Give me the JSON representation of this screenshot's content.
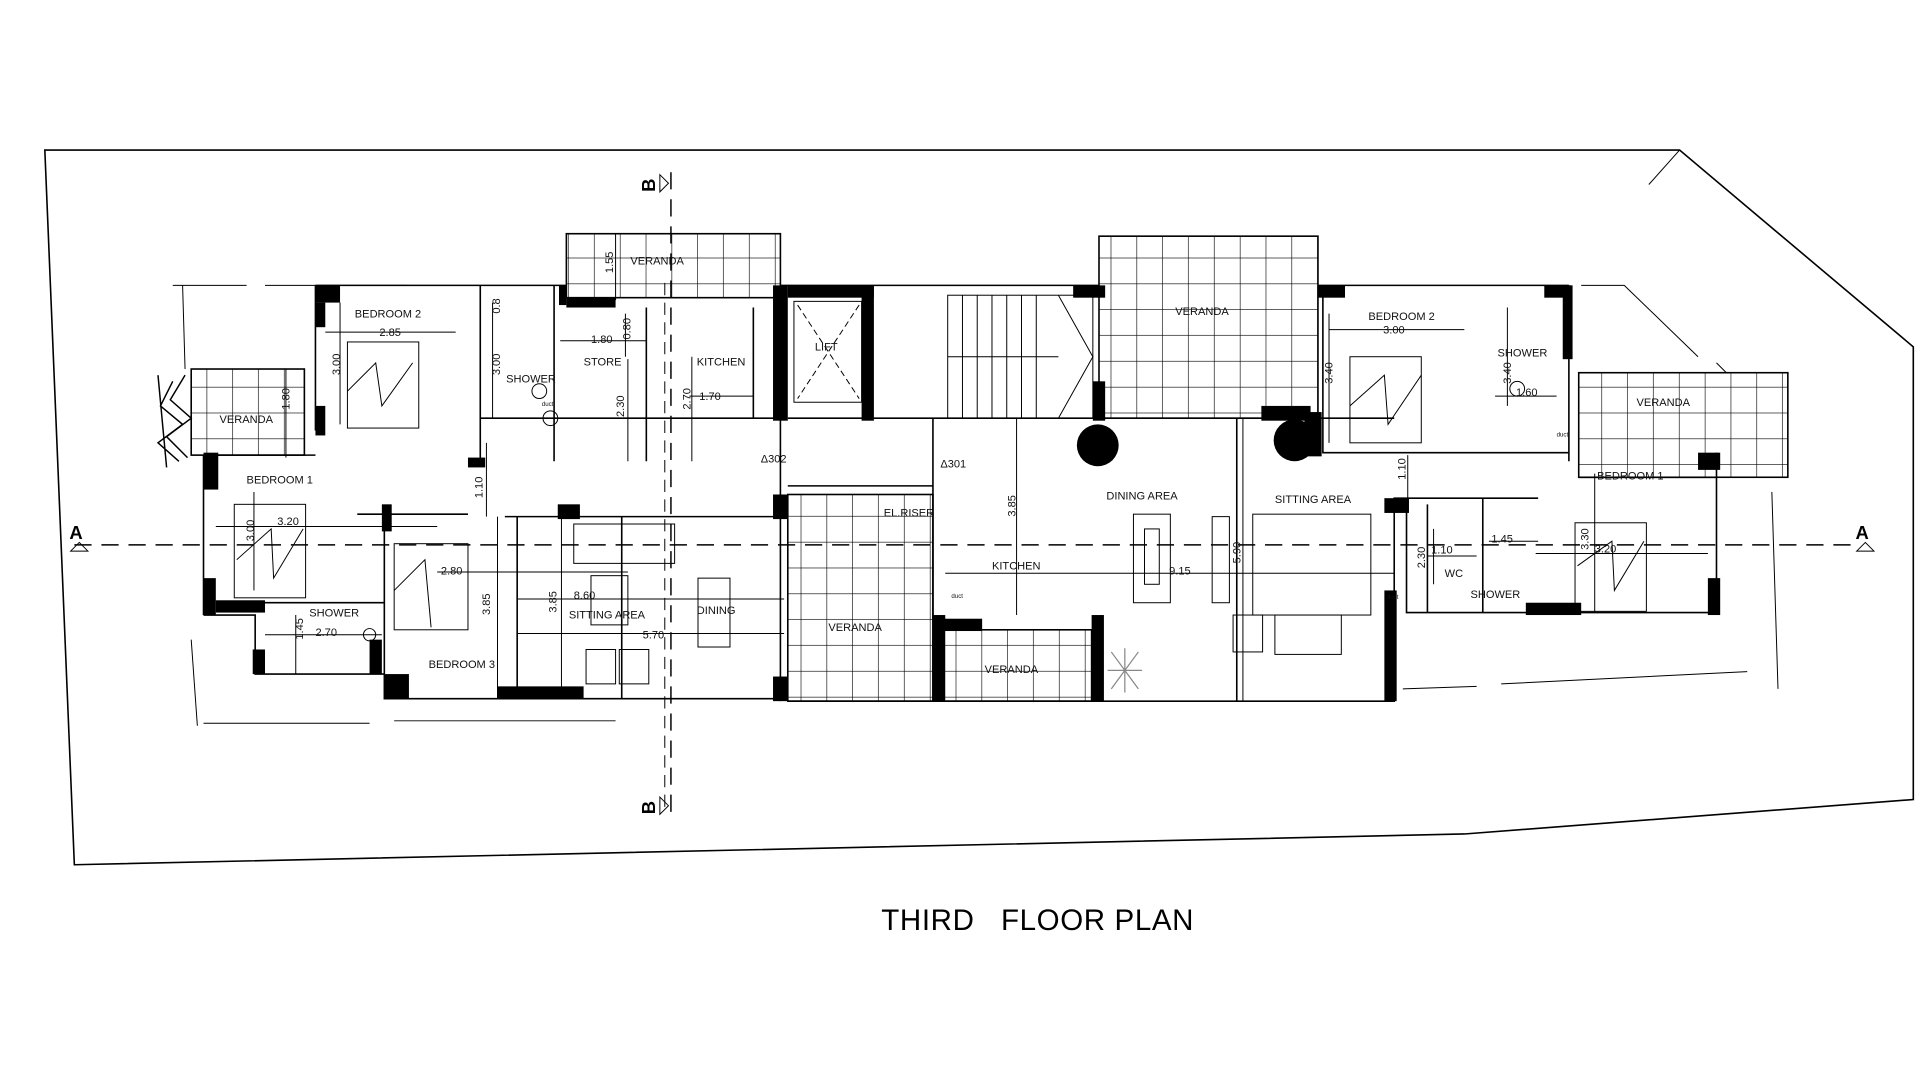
{
  "title": "THIRD   FLOOR PLAN",
  "section_markers": {
    "a": "A",
    "b": "B"
  },
  "rooms": [
    "VERANDA",
    "BEDROOM 2",
    "SHOWER",
    "STORE",
    "KITCHEN",
    "LIFT",
    "VERANDA",
    "BEDROOM 1",
    "SITTING AREA",
    "DINING",
    "SHOWER",
    "BEDROOM 3",
    "EL.RISER",
    "VERANDA",
    "VERANDA",
    "KITCHEN",
    "DINING AREA",
    "SITTING AREA",
    "VERANDA",
    "BEDROOM 2",
    "SHOWER",
    "VERANDA",
    "BEDROOM 1",
    "WC",
    "SHOWER"
  ],
  "level_tags": [
    "Δ302",
    "Δ301"
  ],
  "dimensions": [
    "1.55",
    "2.85",
    "3.00",
    "3.00",
    "0.8",
    "1.80",
    "0.80",
    "2.30",
    "2.70",
    "1.70",
    "1.80",
    "3.20",
    "3.00",
    "1.10",
    "2.80",
    "3.85",
    "3.85",
    "8.60",
    "5.70",
    "2.70",
    "1.45",
    "3.85",
    "9.15",
    "5.90",
    "3.00",
    "3.40",
    "3.40",
    "1.60",
    "1.10",
    "3.30",
    "3.20",
    "1.45",
    "1.10",
    "2.30"
  ],
  "duct_label": "duct"
}
